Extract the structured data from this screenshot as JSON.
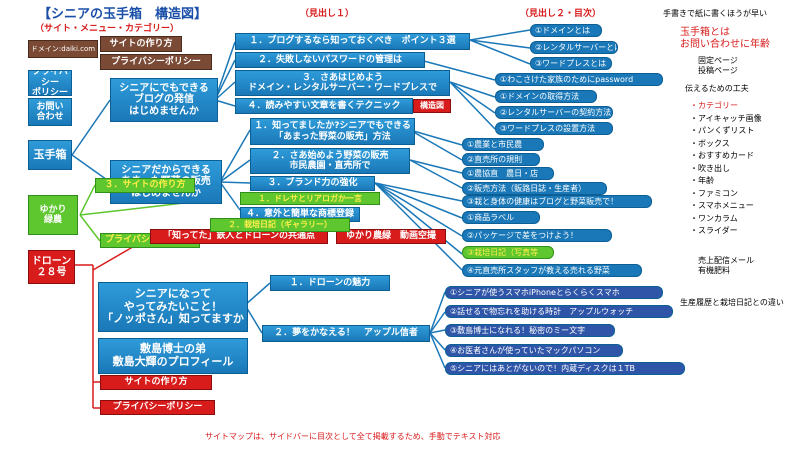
{
  "title": "【シニアの玉手箱　構造図】",
  "subtitle": "（サイト・メニュー・カテゴリー）",
  "heading1": "（見出し１）",
  "heading2": "（見出し２・目次）",
  "top_note": "手書きで紙に書くほうが早い",
  "left": {
    "domain": "ドメイン:daiki.com",
    "site_menu": "サイトの作り方",
    "privacy_menu": "プライバシーポリシー",
    "privacy": "プライバシー\nポリシー",
    "contact": "お問い\n合わせ",
    "tamatebako": "玉手箱",
    "yukari": "ゆかり\n緑農",
    "drone": "ドローン\n２８号"
  },
  "groups": {
    "g1": "シニアにでもできる\nブログの発信\nはじめませんか",
    "g2": "シニアだからできる\nあまった野菜の販売\nはじめませんか",
    "g3": "シニアになって\nやってみたいこと！\n「ノッポさん」知ってますか",
    "g4": "敷島博士の弟\n敷島大輝のプロフィール"
  },
  "h1_items": {
    "a1": "１．ブログするなら知っておくべき　ポイント３選",
    "a2": "２．失敗しないパスワードの管理は",
    "a3": "３．さあはじめよう\nドメイン・レンタルサーバー・ワードプレスで",
    "a4": "４．読みやすい文章を書くテクニック",
    "a4_tag": "構造図",
    "b1": "１．知ってましたか?シニアでもできる\n「あまった野菜の販売」方法",
    "b2": "２．さあ始めよう野菜の販売\n市民農園・直売所で",
    "b3": "３．ブランド力の強化",
    "b4": "４．意外と簡単な商標登録",
    "b_blog": "１．ドレサとリアロガか一言",
    "b_diary": "２．栽培日記（ギャラリー）",
    "c1": "１．ドローンの魅力",
    "c2": "２．夢をかなえる！　アップル信者",
    "c_top": "「知ってた」鉄人とドローンの共通点",
    "c_top2": "ゆかり農緑　動画空撮"
  },
  "green_items": {
    "site": "３．サイトの作り方",
    "privacy": "プライバシーポリシー"
  },
  "red_items": {
    "site": "サイトの作り方",
    "privacy": "プライバシーポリシー"
  },
  "h2_items": {
    "a1_1": "①ドメインとは",
    "a1_2": "②レンタルサーバーとは",
    "a1_3": "③ワードプレスとは",
    "a2_1": "①わこさけた家族のためにpassword",
    "a3_1": "①ドメインの取得方法",
    "a3_2": "②レンタルサーバーの契約方法",
    "a3_3": "③ワードプレスの設置方法",
    "b1_1": "①農業と市民農",
    "b1_2": "②直売所の規則",
    "b1_3": "①農協直　農日・店",
    "b1_4": "②販売方法（販路日誌・生産者）",
    "b3_1": "③栽と身体の健康はブログと野菜販売で！",
    "b3_2": "①商品ラベル",
    "b3_3": "②パッケージで差をつけよう！",
    "b3_4": "③栽培日記（写真等",
    "b3_5": "④元直売所スタッフが教える売れる野菜",
    "c2_1": "①シニアが使うスマホiPhoneとらくらくスマホ",
    "c2_2": "②話せるで物忘れを助ける時計　アップルウォッチ",
    "c2_3": "③敷島博士になれる！秘密のミー文字",
    "c2_4": "④お医者さんが使っていたマックパソコン",
    "c2_5": "⑤シニアにはあとがないので！内蔵ディスクは１TB"
  },
  "right_notes": {
    "r1": "玉手箱とは\nお問い合わせに年齢",
    "r2": "固定ページ\n投稿ページ",
    "r3": "伝えるための工夫",
    "list": [
      "・カテゴリー",
      "・アイキャッチ画像",
      "・パンくずリスト",
      "・ボックス",
      "・おすすめカード",
      "・吹き出し",
      "・年齢",
      "・ファミコン",
      "・スマホメニュー",
      "・ワンカラム",
      "・スライダー"
    ],
    "r4": "売上配信メール\n有機肥料",
    "r5": "生産履歴と栽培日記との違い"
  },
  "bottom_note": "サイトマップは、サイドバーに目次として全て掲載するため、手動でテキスト対応",
  "colors": {
    "blue": "#1a78b8",
    "red": "#d81c1c",
    "green": "#5ec62e",
    "brown": "#7a4a35"
  }
}
